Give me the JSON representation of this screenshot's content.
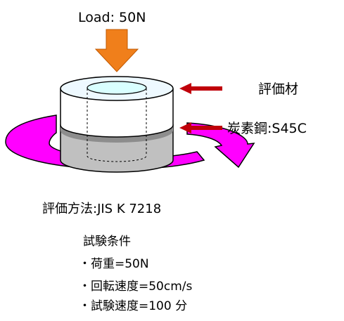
{
  "diagram": {
    "load_label": "Load: 50N",
    "material_label": "評価材",
    "steel_label": "炭素鋼:S45C",
    "method_label": "評価方法:JIS K 7218",
    "conditions_title": "試験条件",
    "conditions": [
      "・荷重=50N",
      "・回転速度=50cm/s",
      "・試験速度=100 分"
    ]
  },
  "colors": {
    "load_arrow": "#f07f1b",
    "pointer_arrow": "#c0000a",
    "rotation_arrow": "#ff00ff",
    "sample_top": "#eef9ff",
    "steel_body": "#c0c0c0",
    "steel_dark": "#8d8d8d",
    "bore": "#d9ffff"
  },
  "icons": {
    "load": "down-arrow-icon",
    "pointer": "left-arrow-icon",
    "rotation": "circular-arrow-icon"
  }
}
